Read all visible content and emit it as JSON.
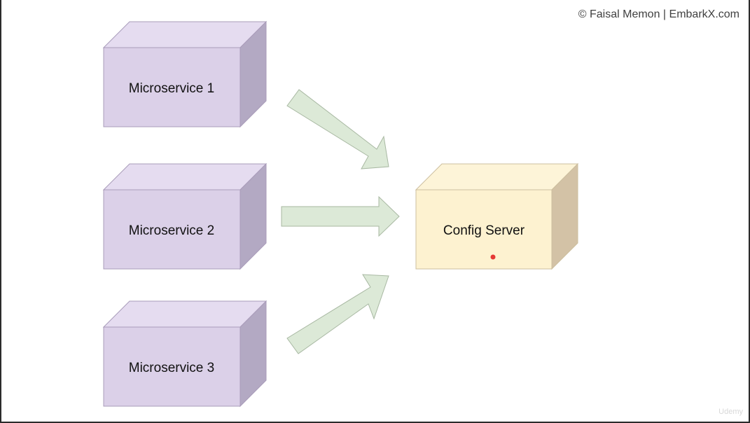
{
  "copyright": "© Faisal Memon | EmbarkX.com",
  "watermark": "Udemy",
  "boxes": {
    "microservice_1": "Microservice 1",
    "microservice_2": "Microservice 2",
    "microservice_3": "Microservice 3",
    "config_server": "Config Server"
  },
  "colors": {
    "microservice_front": "#dbd0e8",
    "microservice_top": "#e5dcf0",
    "microservice_side": "#b3a9c3",
    "config_front": "#fdf2d0",
    "config_top": "#fdf4d8",
    "config_side": "#d3c2a6",
    "arrow_fill": "#dce9d7",
    "arrow_stroke": "#a8b8a2",
    "pointer_dot": "#e53935"
  }
}
